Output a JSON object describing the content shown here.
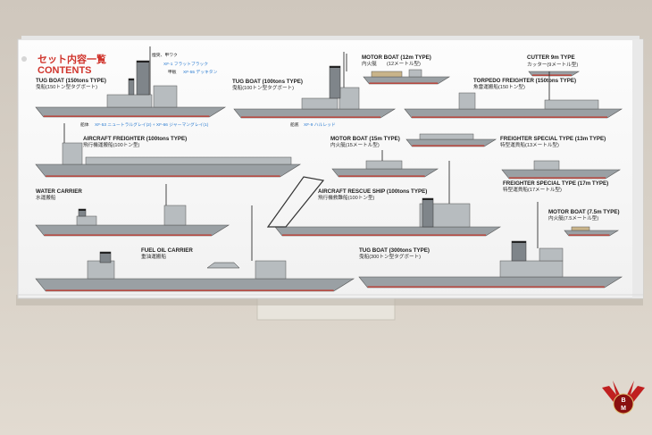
{
  "header": {
    "title_jp": "セット内容一覧",
    "title_en": "CONTENTS"
  },
  "paint_notes": {
    "top1": "煙突、甲ワク",
    "top2": "XF-1 フラットブラック",
    "top3": "甲板",
    "top4": "XF-55 デッキタン",
    "hull1": "船体",
    "hull2": "XF-53 ニュートラルグレイ(2) + XF-66 ジャーマングレイ(1)",
    "hull3": "船底",
    "hull4": "XF-9 ハルレッド"
  },
  "ships": [
    {
      "name": "TUG BOAT (150tons TYPE)",
      "jp": "曳船(150トン型タグボート)"
    },
    {
      "name": "TUG BOAT (100tons TYPE)",
      "jp": "曳船(100トン型タグボート)"
    },
    {
      "name": "MOTOR BOAT (12m TYPE)",
      "jp": "内火艇　　(12メートル型)"
    },
    {
      "name": "CUTTER 9m TYPE",
      "jp": "カッター(9メートル型)"
    },
    {
      "name": "TORPEDO FREIGHTER (150tons TYPE)",
      "jp": "魚雷運搬船(150トン型)"
    },
    {
      "name": "AIRCRAFT FREIGHTER (100tons TYPE)",
      "jp": "飛行機運搬船(100トン型)"
    },
    {
      "name": "MOTOR BOAT (15m TYPE)",
      "jp": "内火艇(15メートル型)"
    },
    {
      "name": "FREIGHTER SPECIAL TYPE (13m TYPE)",
      "jp": "特型運貨船(13メートル型)"
    },
    {
      "name": "FREIGHTER SPECIAL TYPE (17m TYPE)",
      "jp": "特型運貨船(17メートル型)"
    },
    {
      "name": "WATER CARRIER",
      "jp": "水運搬船"
    },
    {
      "name": "AIRCRAFT RESCUE SHIP (100tons TYPE)",
      "jp": "飛行機救難船(100トン型)"
    },
    {
      "name": "MOTOR BOAT (7.5m TYPE)",
      "jp": "内火艇(7.5メートル型)"
    },
    {
      "name": "FUEL OIL CARRIER",
      "jp": "重油運搬船"
    },
    {
      "name": "TUG BOAT (300tons TYPE)",
      "jp": "曳船(300トン型タグボート)"
    }
  ],
  "logo": {
    "letters": "BM"
  },
  "colors": {
    "accent_red": "#d0342c",
    "hull_grey": "#9aa0a4",
    "hull_red": "#b64a42",
    "deck_tan": "#c9b48a"
  }
}
